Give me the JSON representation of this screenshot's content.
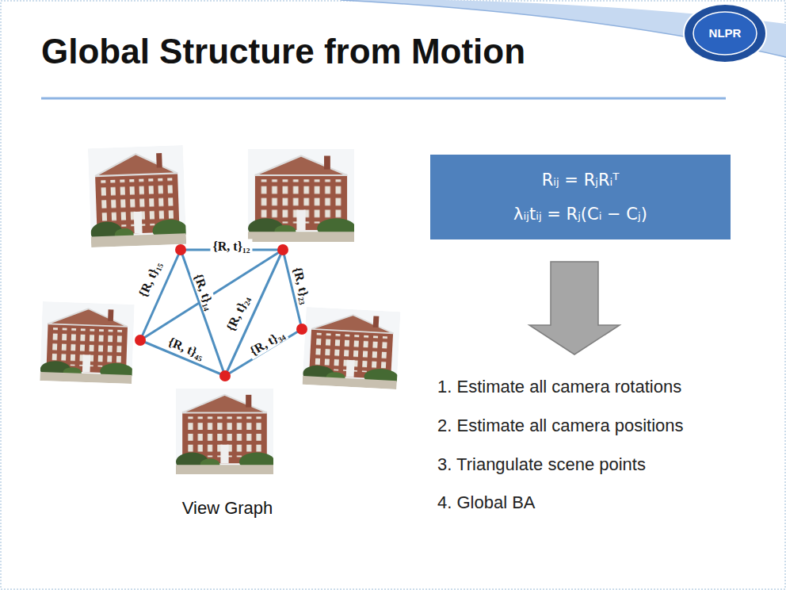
{
  "diagram": {
    "title": "Global Structure from Motion",
    "nodes": [
      {
        "text": [
          "Rᵢⱼ = RⱼRᵢᵀ",
          "λᵢⱼtᵢⱼ = Rⱼ(Cᵢ − Cⱼ)"
        ]
      }
    ],
    "labels": [
      "{R, t}₁₂",
      "{R, t}₁₅",
      "{R, t}₁₄",
      "{R, t}₂₄",
      "{R, t}₂₃",
      "{R, t}₄₅",
      "{R, t}₃₄",
      "View Graph",
      "1. Estimate all camera rotations",
      "2. Estimate all camera positions",
      "3. Triangulate scene points",
      "4. Global BA",
      "NLPR"
    ]
  }
}
